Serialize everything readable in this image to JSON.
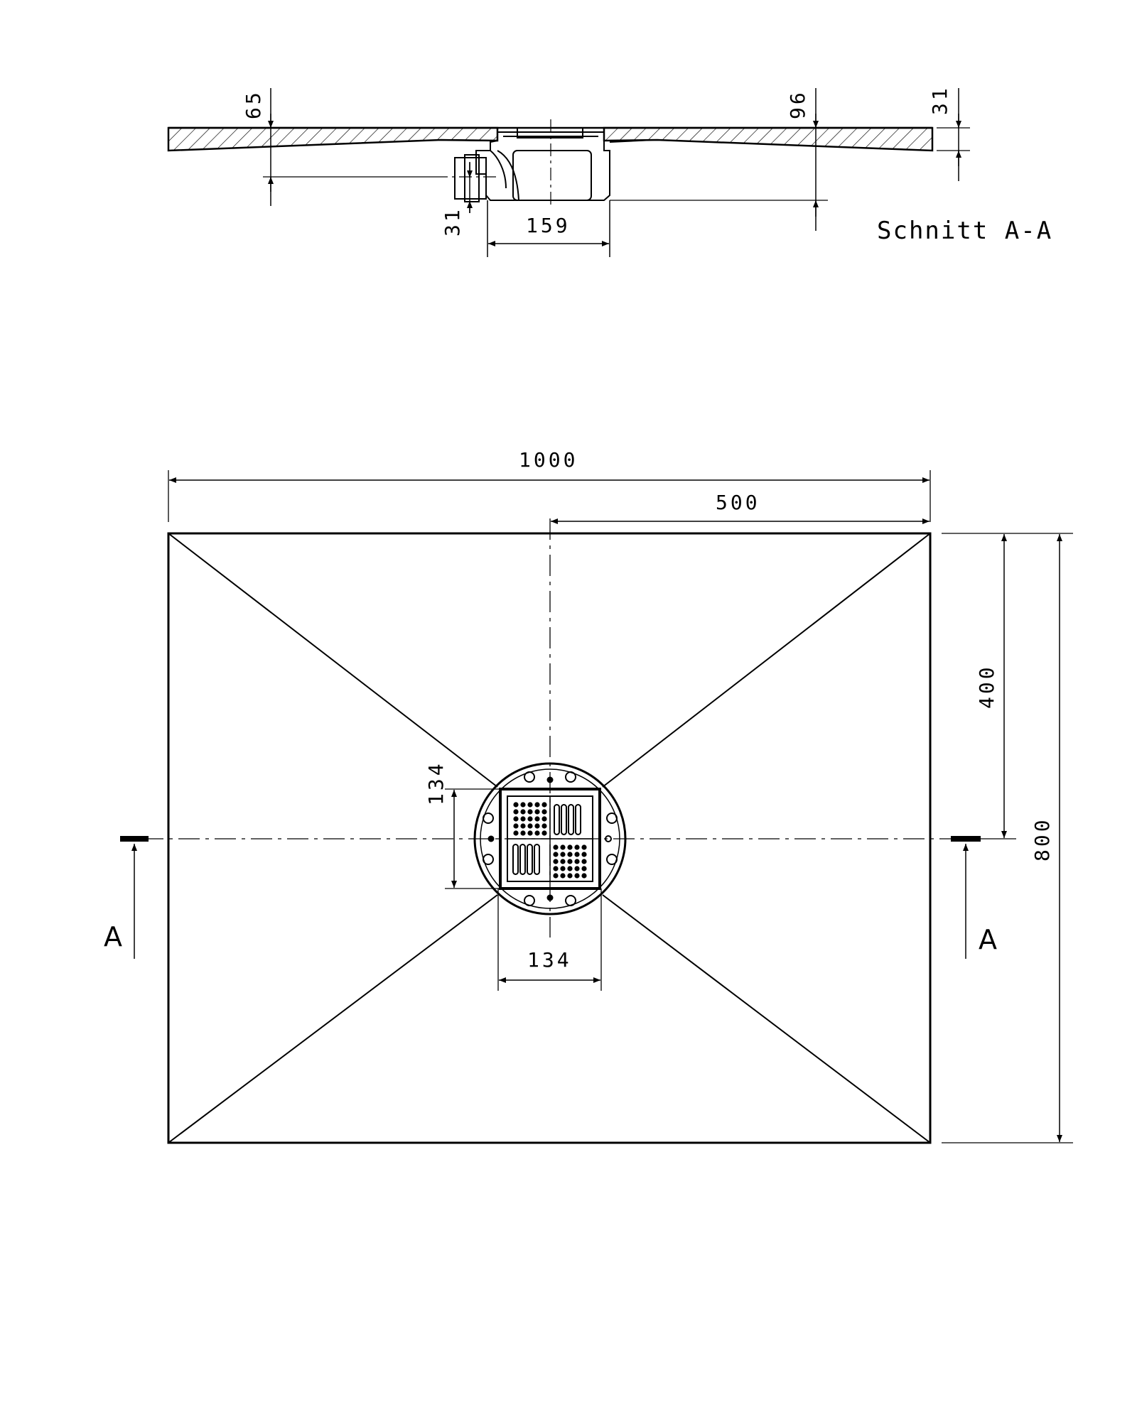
{
  "section": {
    "title": "Schnitt A-A",
    "dims": {
      "d65": "65",
      "d96": "96",
      "d31_right": "31",
      "d31_left": "31",
      "d159": "159"
    }
  },
  "plan": {
    "dims": {
      "width": "1000",
      "half_width": "500",
      "half_height": "400",
      "height": "800",
      "drain_v": "134",
      "drain_h": "134"
    },
    "section_mark_left": "A",
    "section_mark_right": "A"
  }
}
